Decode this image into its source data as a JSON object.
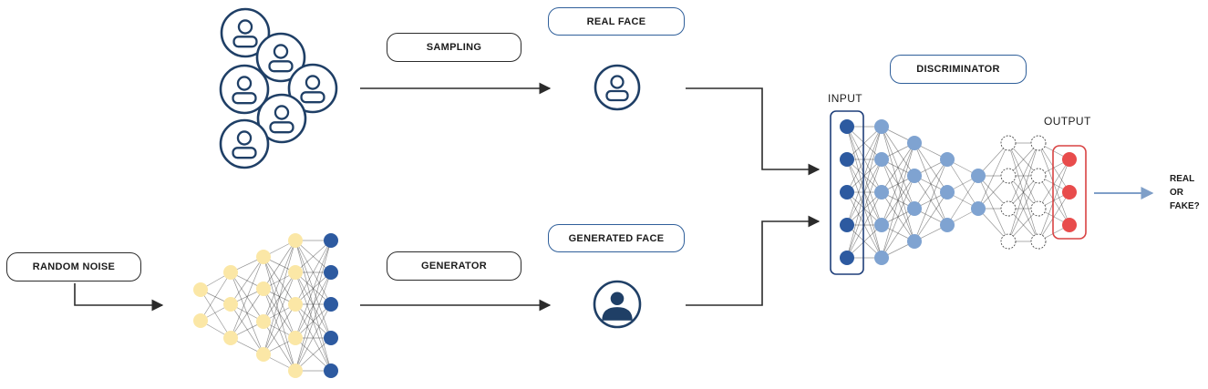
{
  "labels": {
    "sampling": "SAMPLING",
    "real_face": "REAL FACE",
    "random_noise": "RANDOM NOISE",
    "generator": "GENERATOR",
    "generated_face": "GENERATED FACE",
    "discriminator": "DISCRIMINATOR",
    "input": "INPUT",
    "output": "OUTPUT",
    "result_line1": "REAL",
    "result_line2": "OR",
    "result_line3": "FAKE?"
  },
  "colors": {
    "generator_node": "#fbe7a6",
    "generator_output_node": "#2d5aa0",
    "discriminator_input_node": "#2d5aa0",
    "discriminator_hidden_node": "#7fa3d1",
    "discriminator_output_node": "#e84c4c",
    "face_icon": "#1f3f66",
    "output_arrow": "#7f9fc8"
  },
  "icons": {
    "person_icon": "person-circle-outline-icon",
    "filled_person_icon": "person-circle-filled-icon"
  }
}
